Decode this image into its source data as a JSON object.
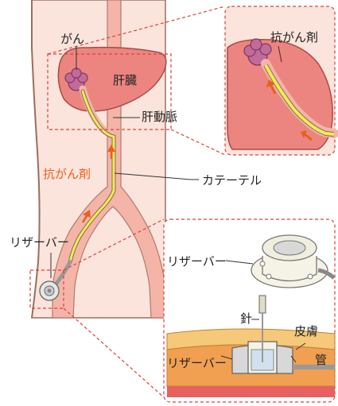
{
  "labels": {
    "cancer": "がん",
    "liver": "肝臓",
    "hepatic_artery": "肝動脈",
    "anticancer_drug_main": "抗がん剤",
    "catheter": "カテーテル",
    "reservoir_left": "リザーバー",
    "anticancer_drug_inset": "抗がん剤",
    "reservoir_device": "リザーバー",
    "needle": "針",
    "skin": "皮膚",
    "tube": "管",
    "reservoir_section": "リザーバー"
  },
  "colors": {
    "skin": "#fbe4dc",
    "body_outline": "#9a7060",
    "liver": "#ec8580",
    "liver_outline": "#a84a45",
    "artery": "#f4b5a8",
    "catheter": "#f5e85a",
    "drug_arrow": "#e8601c",
    "dashed_callout": "#e0403a",
    "tissue": "#f0a050",
    "muscle": "#e86060",
    "device_gray": "#aaaaaa"
  }
}
